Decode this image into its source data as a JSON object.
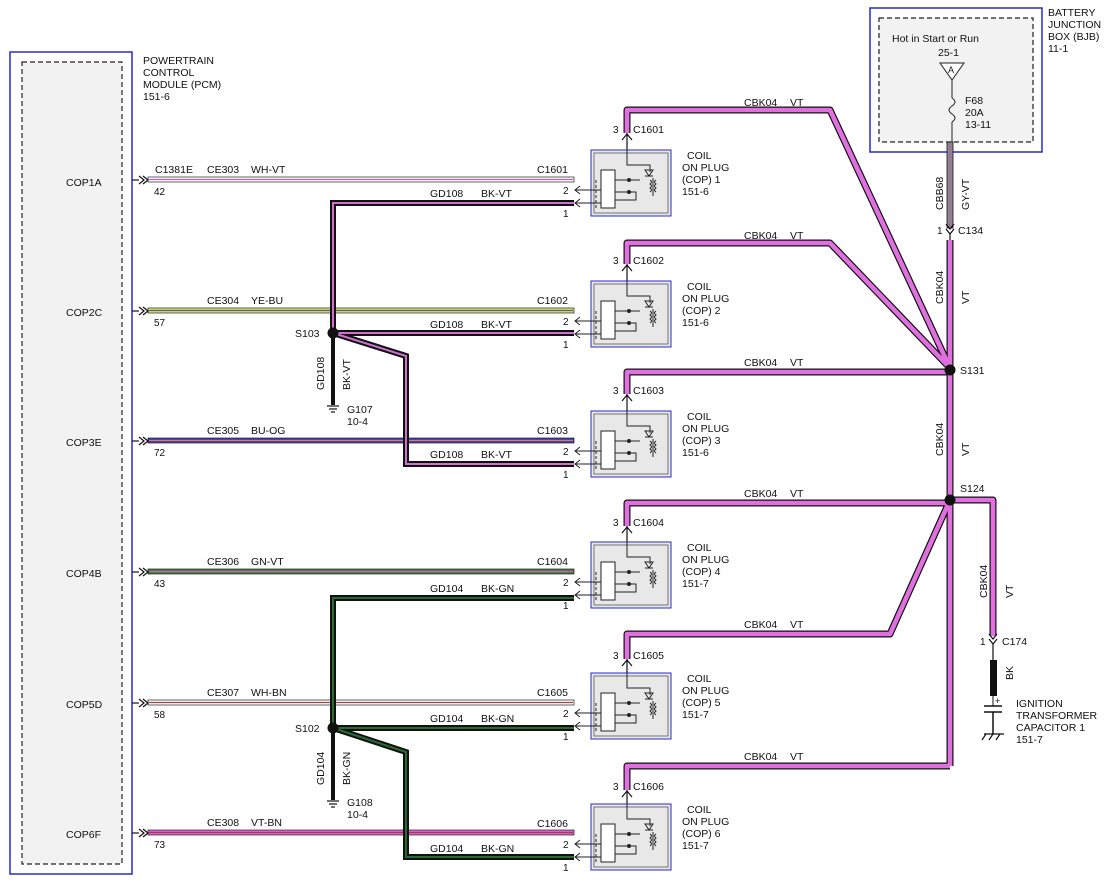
{
  "pcm": {
    "name_lines": [
      "POWERTRAIN",
      "CONTROL",
      "MODULE (PCM)",
      "151-6"
    ],
    "connector": "C1381E",
    "pins": [
      {
        "label": "COP1A",
        "pin": "42"
      },
      {
        "label": "COP2C",
        "pin": "57"
      },
      {
        "label": "COP3E",
        "pin": "72"
      },
      {
        "label": "COP4B",
        "pin": "43"
      },
      {
        "label": "COP5D",
        "pin": "58"
      },
      {
        "label": "COP6F",
        "pin": "73"
      }
    ]
  },
  "signal_wires": [
    {
      "circuit": "CE303",
      "color_code": "WH-VT",
      "main": "#ffffff",
      "stripe": "#c060c0"
    },
    {
      "circuit": "CE304",
      "color_code": "YE-BU",
      "main": "#e8e060",
      "stripe": "#4060c0"
    },
    {
      "circuit": "CE305",
      "color_code": "BU-OG",
      "main": "#3838d0",
      "stripe": "#e08030"
    },
    {
      "circuit": "CE306",
      "color_code": "GN-VT",
      "main": "#4a7a3a",
      "stripe": "#c060c0"
    },
    {
      "circuit": "CE307",
      "color_code": "WH-BN",
      "main": "#ffffff",
      "stripe": "#a04040"
    },
    {
      "circuit": "CE308",
      "color_code": "VT-BN",
      "main": "#e060e0",
      "stripe": "#a04040"
    }
  ],
  "coils": [
    {
      "connector": "C1601",
      "l1": "COIL",
      "l2": "ON PLUG",
      "l3": "(COP) 1",
      "ref": "151-6",
      "pin1": "1",
      "pin2": "2",
      "pin3": "3",
      "gnd_circuit": "GD108",
      "gnd_color": "BK-VT",
      "pwr_circuit": "CBK04",
      "pwr_color": "VT"
    },
    {
      "connector": "C1602",
      "l1": "COIL",
      "l2": "ON PLUG",
      "l3": "(COP) 2",
      "ref": "151-6",
      "pin1": "1",
      "pin2": "2",
      "pin3": "3",
      "gnd_circuit": "GD108",
      "gnd_color": "BK-VT",
      "pwr_circuit": "CBK04",
      "pwr_color": "VT"
    },
    {
      "connector": "C1603",
      "l1": "COIL",
      "l2": "ON PLUG",
      "l3": "(COP) 3",
      "ref": "151-6",
      "pin1": "1",
      "pin2": "2",
      "pin3": "3",
      "gnd_circuit": "GD108",
      "gnd_color": "BK-VT",
      "pwr_circuit": "CBK04",
      "pwr_color": "VT"
    },
    {
      "connector": "C1604",
      "l1": "COIL",
      "l2": "ON PLUG",
      "l3": "(COP) 4",
      "ref": "151-7",
      "pin1": "1",
      "pin2": "2",
      "pin3": "3",
      "gnd_circuit": "GD104",
      "gnd_color": "BK-GN",
      "pwr_circuit": "CBK04",
      "pwr_color": "VT"
    },
    {
      "connector": "C1605",
      "l1": "COIL",
      "l2": "ON PLUG",
      "l3": "(COP) 5",
      "ref": "151-7",
      "pin1": "1",
      "pin2": "2",
      "pin3": "3",
      "gnd_circuit": "GD104",
      "gnd_color": "BK-GN",
      "pwr_circuit": "CBK04",
      "pwr_color": "VT"
    },
    {
      "connector": "C1606",
      "l1": "COIL",
      "l2": "ON PLUG",
      "l3": "(COP) 6",
      "ref": "151-7",
      "pin1": "1",
      "pin2": "2",
      "pin3": "3",
      "gnd_circuit": "GD104",
      "gnd_color": "BK-GN",
      "pwr_circuit": "CBK04",
      "pwr_color": "VT"
    }
  ],
  "splices": {
    "s103": "S103",
    "s102": "S102",
    "s131": "S131",
    "s124": "S124"
  },
  "grounds": {
    "g107": {
      "circuit": "GD108",
      "color": "BK-VT",
      "name": "G107",
      "ref": "10-4"
    },
    "g108": {
      "circuit": "GD104",
      "color": "BK-GN",
      "name": "G108",
      "ref": "10-4"
    }
  },
  "bjb": {
    "name_lines": [
      "BATTERY",
      "JUNCTION",
      "BOX (BJB)",
      "11-1"
    ],
    "hot_text": "Hot in Start or Run",
    "hot_ref": "25-1",
    "bus_letter": "A",
    "fuse": {
      "name": "F68",
      "rating": "20A",
      "ref": "13-11"
    }
  },
  "feed": {
    "circuit": "CBB68",
    "color": "GY-VT",
    "pin": "1",
    "connector": "C134"
  },
  "trunk": [
    {
      "circuit": "CBK04",
      "color": "VT"
    },
    {
      "circuit": "CBK04",
      "color": "VT"
    }
  ],
  "capacitor": {
    "circuit": "CBK04",
    "color": "VT",
    "pin": "1",
    "connector": "C174",
    "lead_color": "BK",
    "name_lines": [
      "IGNITION",
      "TRANSFORMER",
      "CAPACITOR 1",
      "151-7"
    ]
  },
  "colors": {
    "violet": "#e070e0",
    "black": "#111111",
    "green_dark": "#1c4a24",
    "frame_blue": "#2a2ad0",
    "gray_wire": "#808080"
  }
}
